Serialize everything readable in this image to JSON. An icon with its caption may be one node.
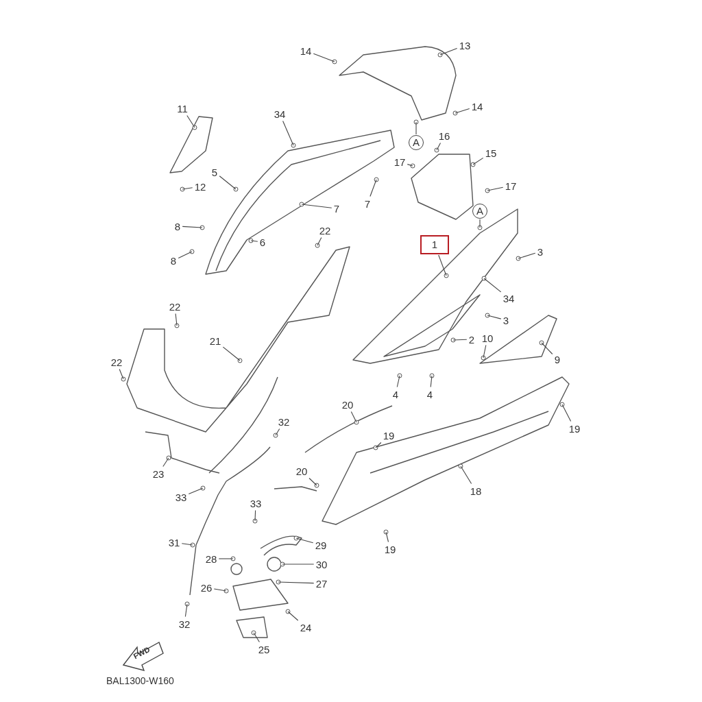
{
  "diagram": {
    "nodes": [
      {
        "text": [
          "14"
        ]
      },
      {
        "text": [
          "13"
        ]
      },
      {
        "text": [
          "11"
        ]
      },
      {
        "text": [
          "34"
        ]
      },
      {
        "text": [
          "5"
        ]
      },
      {
        "text": [
          "12"
        ]
      },
      {
        "text": [
          "14"
        ]
      },
      {
        "text": [
          "16"
        ]
      },
      {
        "text": [
          "A"
        ]
      },
      {
        "text": [
          "17"
        ]
      },
      {
        "text": [
          "15"
        ]
      },
      {
        "text": [
          "7"
        ]
      },
      {
        "text": [
          "7"
        ]
      },
      {
        "text": [
          "17"
        ]
      },
      {
        "text": [
          "A"
        ]
      },
      {
        "text": [
          "8"
        ]
      },
      {
        "text": [
          "22"
        ]
      },
      {
        "text": [
          "6"
        ]
      },
      {
        "text": [
          "8"
        ]
      },
      {
        "text": [
          "1"
        ]
      },
      {
        "text": [
          "3"
        ]
      },
      {
        "text": [
          "34"
        ]
      },
      {
        "text": [
          "3"
        ]
      },
      {
        "text": [
          "22"
        ]
      },
      {
        "text": [
          "21"
        ]
      },
      {
        "text": [
          "2"
        ]
      },
      {
        "text": [
          "10"
        ]
      },
      {
        "text": [
          "9"
        ]
      },
      {
        "text": [
          "22"
        ]
      },
      {
        "text": [
          "4"
        ]
      },
      {
        "text": [
          "4"
        ]
      },
      {
        "text": [
          "20"
        ]
      },
      {
        "text": [
          "32"
        ]
      },
      {
        "text": [
          "19"
        ]
      },
      {
        "text": [
          "19"
        ]
      },
      {
        "text": [
          "23"
        ]
      },
      {
        "text": [
          "20"
        ]
      },
      {
        "text": [
          "33"
        ]
      },
      {
        "text": [
          "18"
        ]
      },
      {
        "text": [
          "33"
        ]
      },
      {
        "text": [
          "31"
        ]
      },
      {
        "text": [
          "29"
        ]
      },
      {
        "text": [
          "28"
        ]
      },
      {
        "text": [
          "30"
        ]
      },
      {
        "text": [
          "26"
        ]
      },
      {
        "text": [
          "27"
        ]
      },
      {
        "text": [
          "32"
        ]
      },
      {
        "text": [
          "24"
        ]
      },
      {
        "text": [
          "25"
        ]
      },
      {
        "text": [
          "19"
        ]
      }
    ],
    "edges": [
      {
        "from": 0,
        "to": null,
        "arrow": "none"
      },
      {
        "from": 1,
        "to": null,
        "arrow": "none"
      },
      {
        "from": 2,
        "to": null,
        "arrow": "none"
      },
      {
        "from": 3,
        "to": null,
        "arrow": "none"
      },
      {
        "from": 4,
        "to": null,
        "arrow": "none"
      },
      {
        "from": 5,
        "to": null,
        "arrow": "none"
      },
      {
        "from": 6,
        "to": null,
        "arrow": "none"
      },
      {
        "from": 7,
        "to": null,
        "arrow": "none"
      },
      {
        "from": 8,
        "to": null,
        "arrow": "none"
      },
      {
        "from": 9,
        "to": null,
        "arrow": "none"
      },
      {
        "from": 10,
        "to": null,
        "arrow": "none"
      },
      {
        "from": 11,
        "to": null,
        "arrow": "none"
      },
      {
        "from": 12,
        "to": null,
        "arrow": "none"
      },
      {
        "from": 13,
        "to": null,
        "arrow": "none"
      },
      {
        "from": 14,
        "to": null,
        "arrow": "none"
      },
      {
        "from": 15,
        "to": null,
        "arrow": "none"
      },
      {
        "from": 16,
        "to": null,
        "arrow": "none"
      },
      {
        "from": 17,
        "to": null,
        "arrow": "none"
      },
      {
        "from": 18,
        "to": null,
        "arrow": "none"
      },
      {
        "from": 19,
        "to": null,
        "arrow": "none"
      },
      {
        "from": 20,
        "to": null,
        "arrow": "none"
      },
      {
        "from": 21,
        "to": null,
        "arrow": "none"
      },
      {
        "from": 22,
        "to": null,
        "arrow": "none"
      },
      {
        "from": 23,
        "to": null,
        "arrow": "none"
      },
      {
        "from": 24,
        "to": null,
        "arrow": "none"
      },
      {
        "from": 25,
        "to": null,
        "arrow": "none"
      },
      {
        "from": 26,
        "to": null,
        "arrow": "none"
      },
      {
        "from": 27,
        "to": null,
        "arrow": "none"
      },
      {
        "from": 28,
        "to": null,
        "arrow": "none"
      },
      {
        "from": 29,
        "to": null,
        "arrow": "none"
      },
      {
        "from": 30,
        "to": null,
        "arrow": "none"
      },
      {
        "from": 31,
        "to": null,
        "arrow": "none"
      },
      {
        "from": 32,
        "to": null,
        "arrow": "none"
      },
      {
        "from": 33,
        "to": null,
        "arrow": "none"
      },
      {
        "from": 34,
        "to": null,
        "arrow": "none"
      },
      {
        "from": 35,
        "to": null,
        "arrow": "none"
      },
      {
        "from": 36,
        "to": null,
        "arrow": "none"
      },
      {
        "from": 37,
        "to": null,
        "arrow": "none"
      },
      {
        "from": 38,
        "to": null,
        "arrow": "none"
      },
      {
        "from": 39,
        "to": null,
        "arrow": "none"
      },
      {
        "from": 40,
        "to": null,
        "arrow": "none"
      },
      {
        "from": 41,
        "to": null,
        "arrow": "none"
      },
      {
        "from": 42,
        "to": null,
        "arrow": "none"
      },
      {
        "from": 43,
        "to": null,
        "arrow": "none"
      },
      {
        "from": 44,
        "to": null,
        "arrow": "none"
      },
      {
        "from": 45,
        "to": null,
        "arrow": "none"
      },
      {
        "from": 46,
        "to": null,
        "arrow": "none"
      },
      {
        "from": 47,
        "to": null,
        "arrow": "none"
      },
      {
        "from": 48,
        "to": null,
        "arrow": "none"
      },
      {
        "from": 49,
        "to": null,
        "arrow": "none"
      }
    ],
    "labels": [
      "FWD",
      "BAL1300-W160"
    ]
  }
}
